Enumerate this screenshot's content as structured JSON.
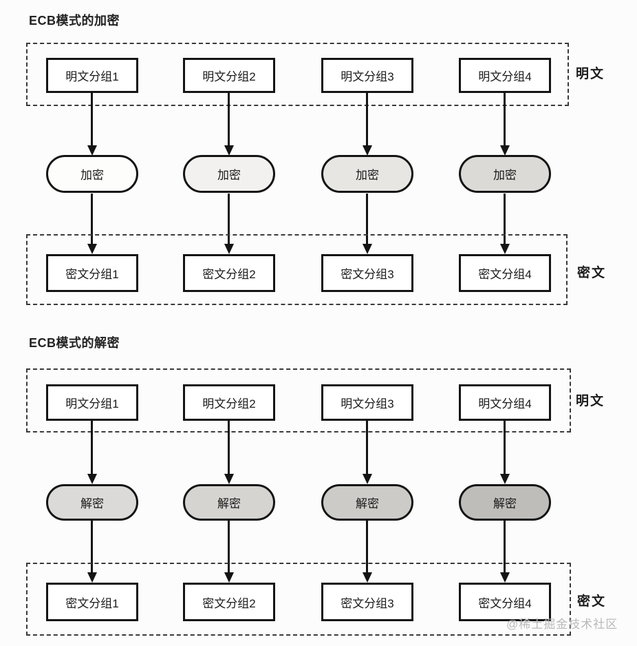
{
  "page": {
    "background": "#fcfcfc"
  },
  "colors": {
    "stroke": "#141414",
    "dashed_border": "#3a3a3a",
    "block_fill": "#ffffff",
    "watermark": "#b9b9b9"
  },
  "sections": [
    {
      "title": "ECB模式的加密",
      "top_row": {
        "label": "明文",
        "blocks": [
          "明文分组1",
          "明文分组2",
          "明文分组3",
          "明文分组4"
        ]
      },
      "process": {
        "labels": [
          "加密",
          "加密",
          "加密",
          "加密"
        ],
        "fills": [
          "#fdfdfc",
          "#f2f1ef",
          "#e7e6e3",
          "#dbdad7"
        ]
      },
      "bottom_row": {
        "label": "密文",
        "blocks": [
          "密文分组1",
          "密文分组2",
          "密文分组3",
          "密文分组4"
        ]
      }
    },
    {
      "title": "ECB模式的解密",
      "top_row": {
        "label": "明文",
        "blocks": [
          "明文分组1",
          "明文分组2",
          "明文分组3",
          "明文分组4"
        ]
      },
      "process": {
        "labels": [
          "解密",
          "解密",
          "解密",
          "解密"
        ],
        "fills": [
          "#dbdad8",
          "#d5d4d1",
          "#cccbc8",
          "#bebdba"
        ]
      },
      "bottom_row": {
        "label": "密文",
        "blocks": [
          "密文分组1",
          "密文分组2",
          "密文分组3",
          "密文分组4"
        ]
      }
    }
  ],
  "watermark": {
    "text": "@稀土掘金技术社区"
  }
}
